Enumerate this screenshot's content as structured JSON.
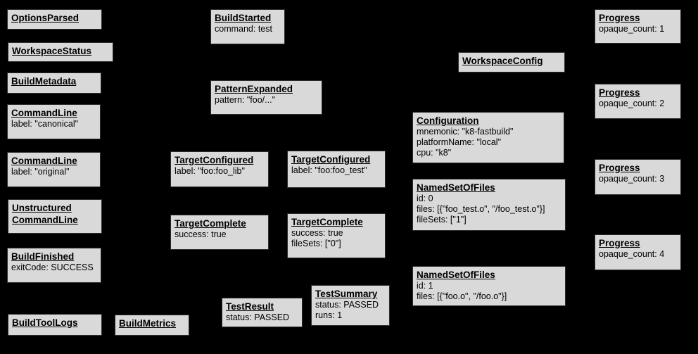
{
  "diagram": {
    "background_color": "#000000",
    "node_fill_color": "#d9d9d9",
    "node_border_color": "#2e2e2e",
    "node_text_color": "#000000"
  },
  "nodes": [
    {
      "title": "OptionsParsed",
      "lines": []
    },
    {
      "title": "WorkspaceStatus",
      "lines": []
    },
    {
      "title": "BuildMetadata",
      "lines": []
    },
    {
      "title": "CommandLine",
      "lines": [
        "label: \"canonical\""
      ]
    },
    {
      "title": "CommandLine",
      "lines": [
        "label: \"original\""
      ]
    },
    {
      "title": "Unstructured CommandLine",
      "lines": []
    },
    {
      "title": "BuildFinished",
      "lines": [
        "exitCode: SUCCESS"
      ]
    },
    {
      "title": "BuildToolLogs",
      "lines": []
    },
    {
      "title": "BuildMetrics",
      "lines": []
    },
    {
      "title": "BuildStarted",
      "lines": [
        "command: test"
      ]
    },
    {
      "title": "PatternExpanded",
      "lines": [
        "pattern: \"foo/...\""
      ]
    },
    {
      "title": "TargetConfigured",
      "lines": [
        "label: \"foo:foo_lib\""
      ]
    },
    {
      "title": "TargetConfigured",
      "lines": [
        "label: \"foo:foo_test\""
      ]
    },
    {
      "title": "TargetComplete",
      "lines": [
        "success: true"
      ]
    },
    {
      "title": "TargetComplete",
      "lines": [
        "success: true",
        "fileSets: [\"0\"]"
      ]
    },
    {
      "title": "TestResult",
      "lines": [
        "status: PASSED"
      ]
    },
    {
      "title": "TestSummary",
      "lines": [
        "status: PASSED",
        "runs: 1"
      ]
    },
    {
      "title": "WorkspaceConfig",
      "lines": []
    },
    {
      "title": "Configuration",
      "lines": [
        "mnemonic: \"k8-fastbuild\"",
        "platformName: \"local\"",
        "cpu: \"k8\""
      ]
    },
    {
      "title": "NamedSetOfFiles",
      "lines": [
        "id: 0",
        "files: [{\"foo_test.o\", \"/foo_test.o\"}]",
        "fileSets: [\"1\"]"
      ]
    },
    {
      "title": "NamedSetOfFiles",
      "lines": [
        "id: 1",
        "files: [{\"foo.o\", \"/foo.o\"}]"
      ]
    },
    {
      "title": "Progress",
      "lines": [
        "opaque_count: 1"
      ]
    },
    {
      "title": "Progress",
      "lines": [
        "opaque_count: 2"
      ]
    },
    {
      "title": "Progress",
      "lines": [
        "opaque_count: 3"
      ]
    },
    {
      "title": "Progress",
      "lines": [
        "opaque_count: 4"
      ]
    }
  ]
}
